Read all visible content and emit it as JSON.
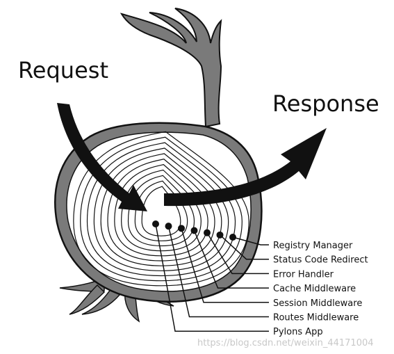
{
  "diagram": {
    "request_label": "Request",
    "response_label": "Response",
    "layers": [
      {
        "label": "Registry Manager"
      },
      {
        "label": "Status Code Redirect"
      },
      {
        "label": "Error Handler"
      },
      {
        "label": "Cache Middleware"
      },
      {
        "label": "Session Middleware"
      },
      {
        "label": "Routes Middleware"
      },
      {
        "label": "Pylons App"
      }
    ]
  },
  "watermark": "https://blog.csdn.net/weixin_44171004",
  "colors": {
    "ink": "#111111",
    "onion_skin": "#7a7a7a",
    "background": "#ffffff",
    "watermark": "#c8c8c8"
  },
  "icons": {
    "request_arrow": "curved-arrow-down-right",
    "response_arrow": "curved-arrow-up-right"
  }
}
